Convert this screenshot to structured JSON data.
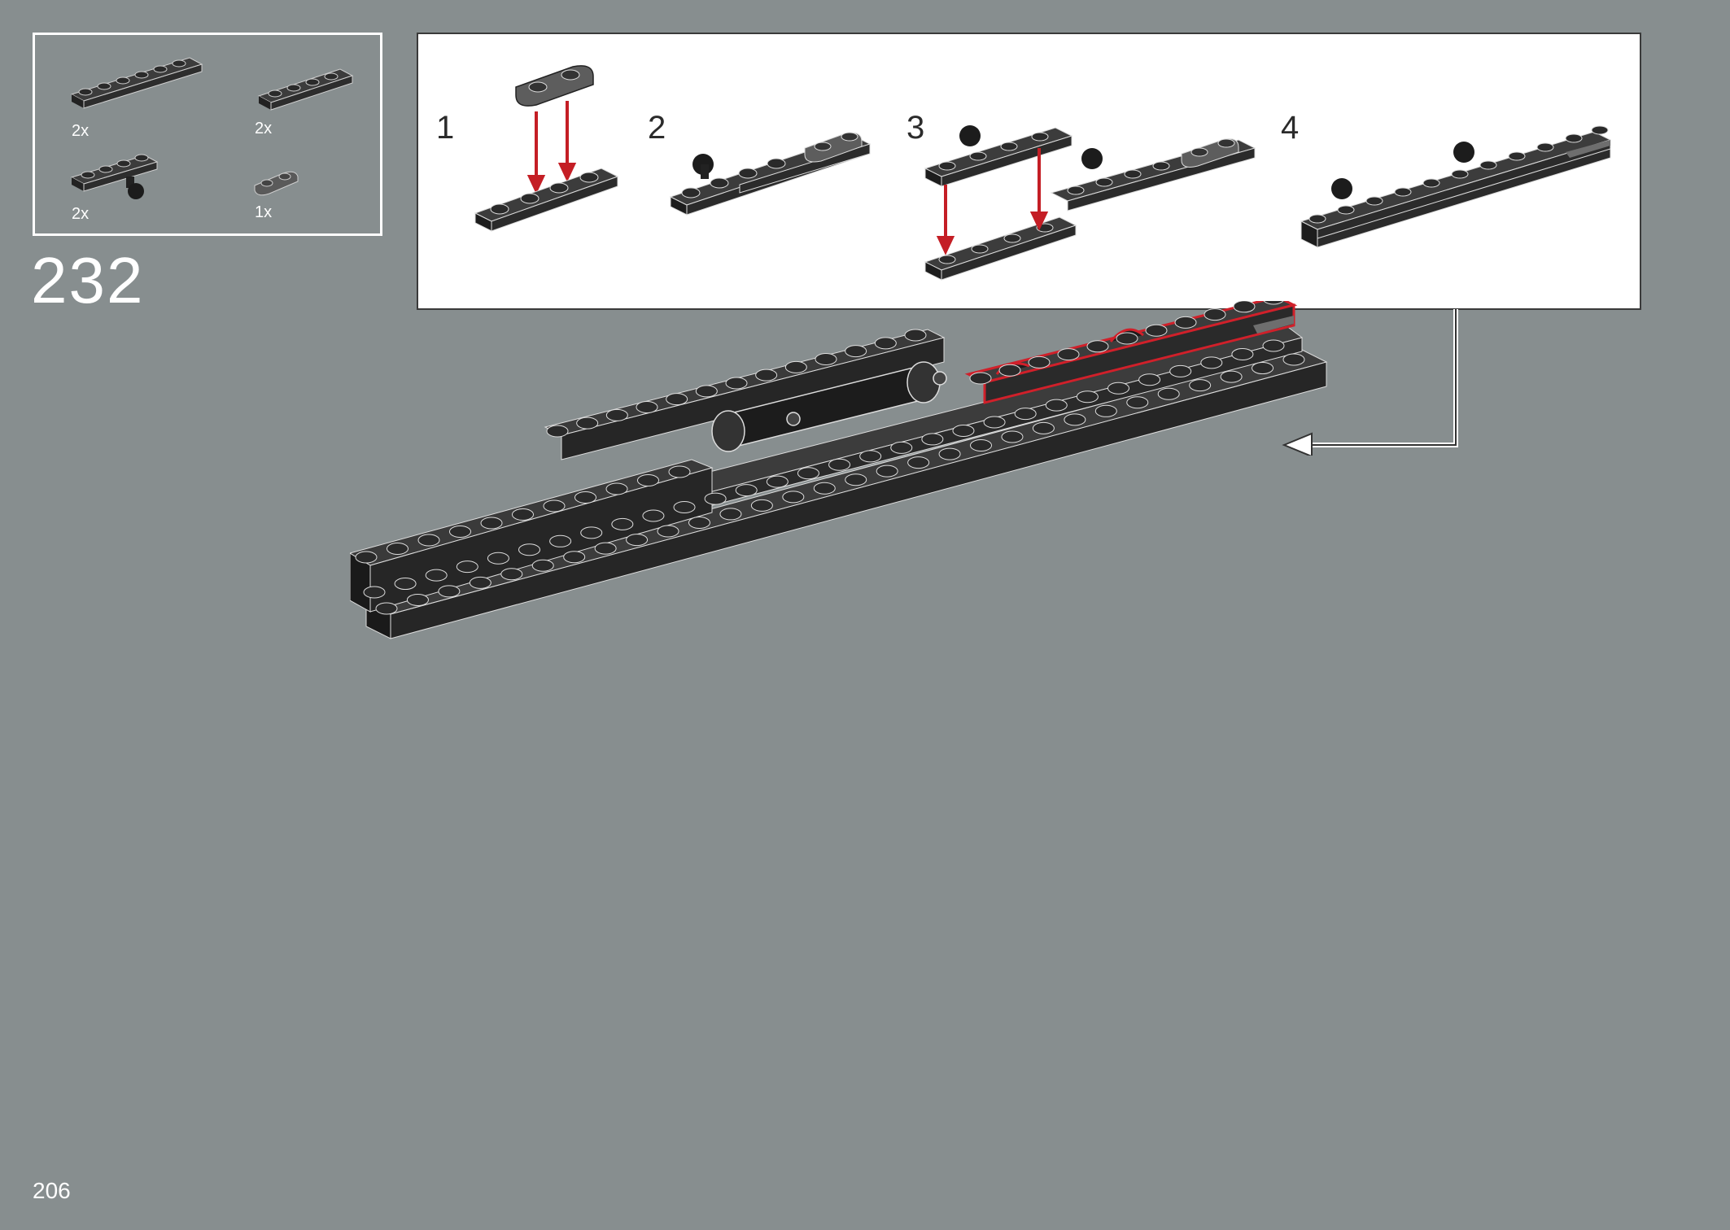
{
  "step_number": "232",
  "page_number": "206",
  "colors": {
    "background": "#878e8f",
    "brick": "#2d2d2d",
    "brick_top": "#3c3c3c",
    "brick_light": "#6e6e6e",
    "highlight": "#d0202a"
  },
  "parts": [
    {
      "qty": "2x",
      "icon": "plate-1x6-icon"
    },
    {
      "qty": "2x",
      "icon": "plate-1x4-icon"
    },
    {
      "qty": "2x",
      "icon": "plate-1x4-with-bar-icon"
    },
    {
      "qty": "1x",
      "icon": "plate-1x2-rounded-icon"
    }
  ],
  "substeps": [
    {
      "label": "1"
    },
    {
      "label": "2"
    },
    {
      "label": "3"
    },
    {
      "label": "4"
    }
  ]
}
